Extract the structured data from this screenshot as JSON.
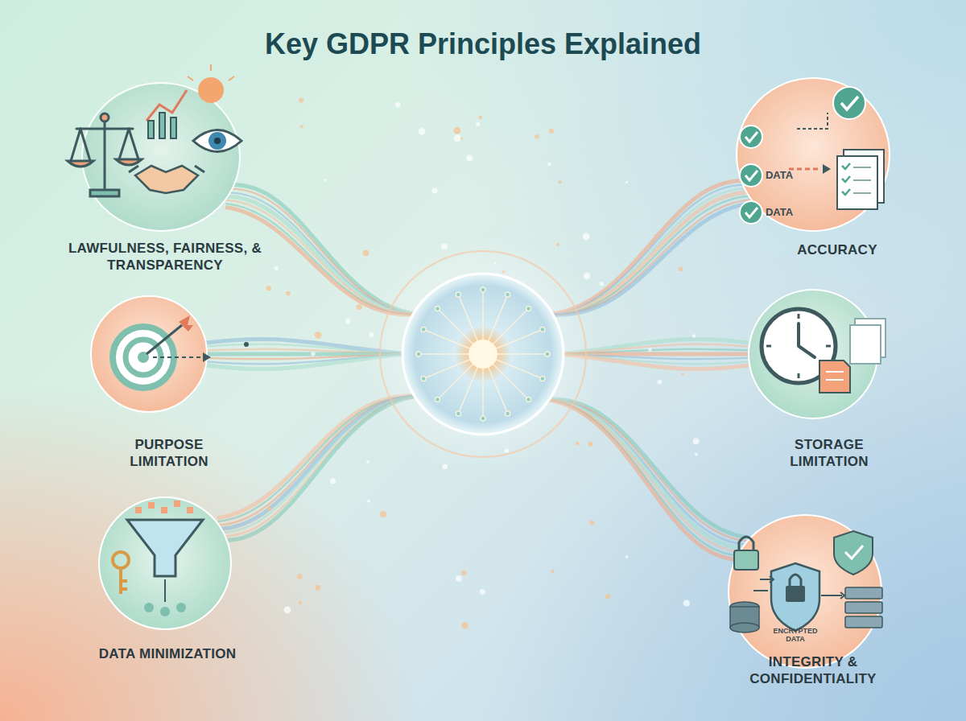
{
  "diagram": {
    "title": "Key GDPR Principles Explained",
    "nodes": [
      {
        "text": [
          "LAWFULNESS, FAIRNESS, & TRANSPARENCY"
        ]
      },
      {
        "text": [
          "ACCURACY"
        ]
      },
      {
        "text": [
          "PURPOSE LIMITATION"
        ]
      },
      {
        "text": [
          "STORAGE LIMITATION"
        ]
      },
      {
        "text": [
          "DATA MINIMIZATION"
        ]
      },
      {
        "text": [
          "INTEGRITY & CONFIDENTIALITY"
        ]
      }
    ],
    "labels": [
      "DATA",
      "DATA",
      "ENCRYPTED DATA"
    ]
  }
}
